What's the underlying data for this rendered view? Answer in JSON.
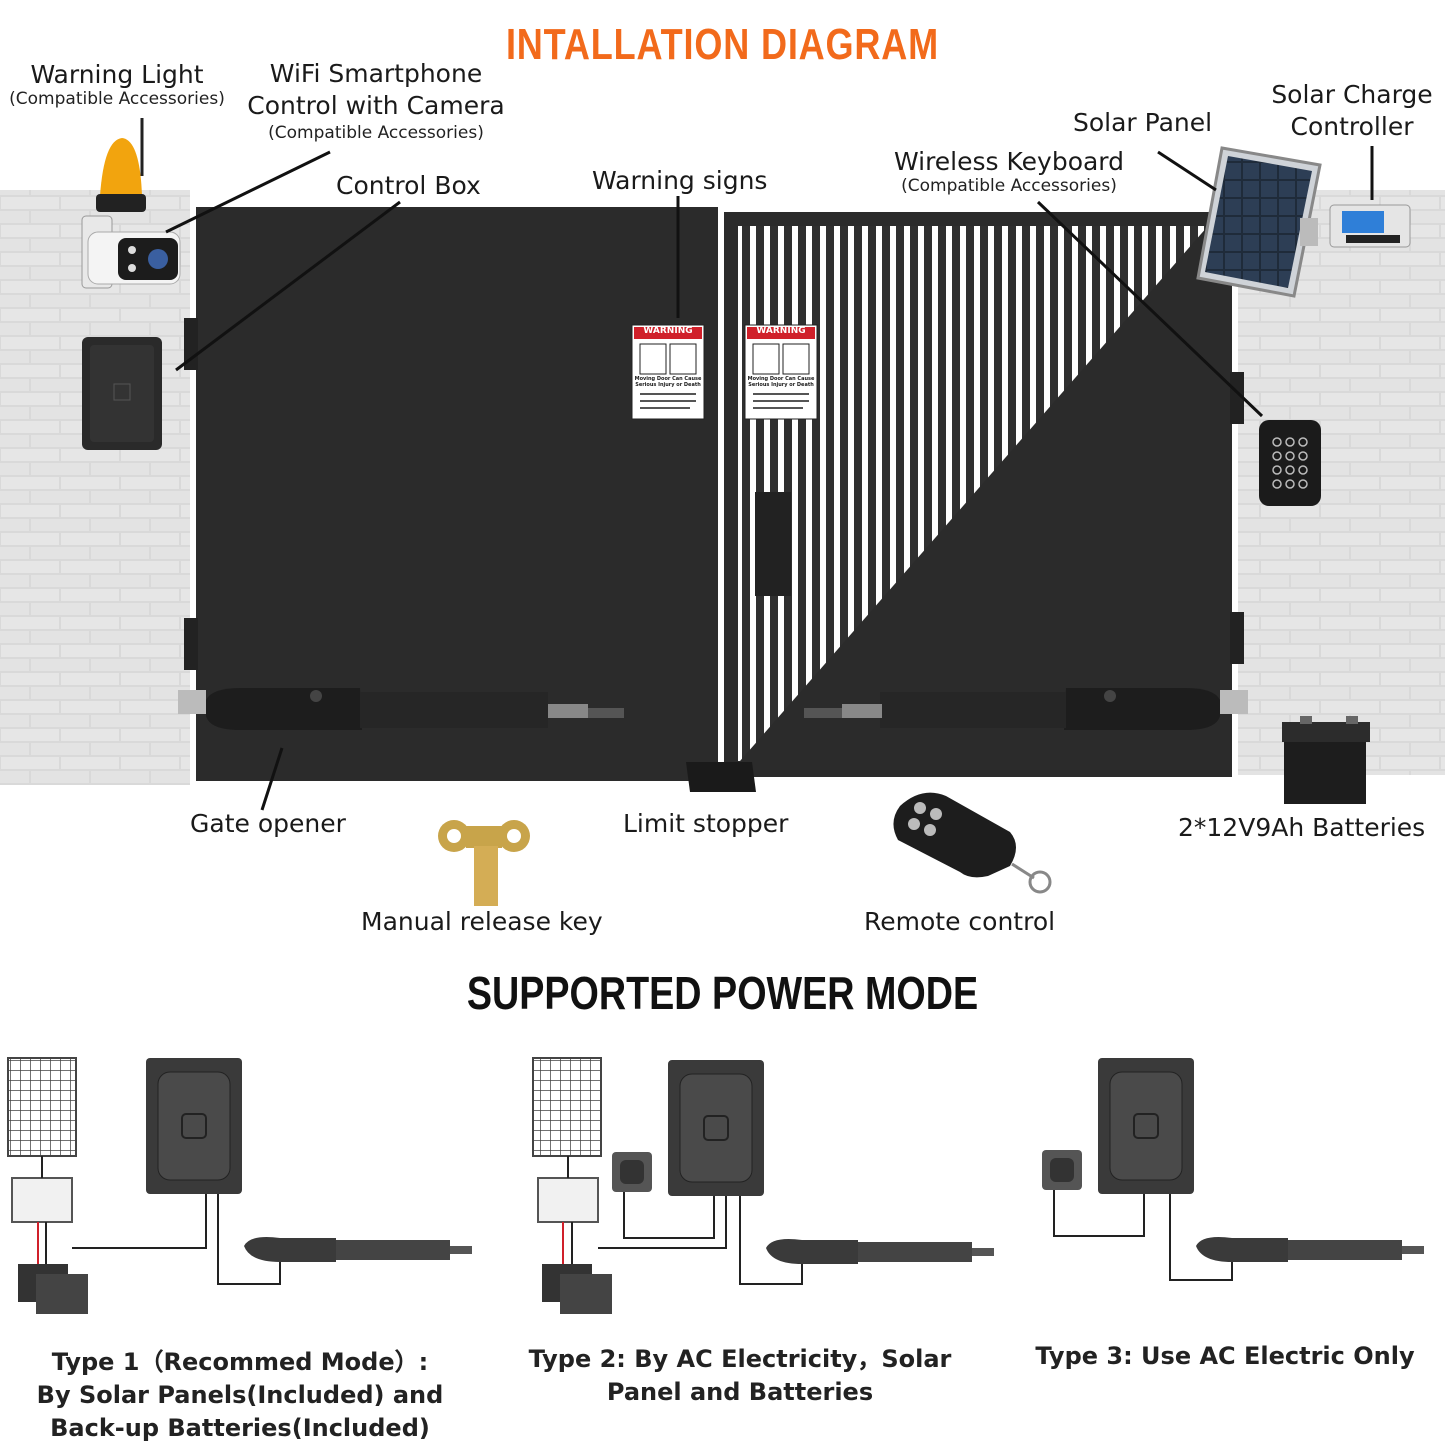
{
  "titles": {
    "installation": "INTALLATION DIAGRAM",
    "power": "SUPPORTED POWER MODE"
  },
  "labels": {
    "warning_light": "Warning Light",
    "warning_light_sub": "(Compatible Accessories)",
    "wifi_line1": "WiFi Smartphone",
    "wifi_line2": "Control with Camera",
    "wifi_sub": "(Compatible Accessories)",
    "control_box": "Control Box",
    "warning_signs": "Warning signs",
    "wireless_keyboard": "Wireless Keyboard",
    "wireless_keyboard_sub": "(Compatible Accessories)",
    "solar_panel": "Solar Panel",
    "solar_charge_line1": "Solar Charge",
    "solar_charge_line2": "Controller",
    "gate_opener": "Gate opener",
    "limit_stopper": "Limit stopper",
    "batteries": "2*12V9Ah Batteries",
    "manual_release_key": "Manual release key",
    "remote_control": "Remote control"
  },
  "warning_sign": {
    "header": "WARNING",
    "line1": "Moving Door Can Cause",
    "line2": "Serious Injury or Death"
  },
  "power_modes": [
    {
      "line1": "Type 1（Recommed Mode）:",
      "line2_a": "By Solar Panels",
      "line2_b": "(Included)",
      "line2_c": " and",
      "line3_a": "Back-up Batteries",
      "line3_b": "(Included)"
    },
    {
      "line1": "Type 2: By AC Electricity，Solar",
      "line2": "Panel and Batteries"
    },
    {
      "line1": "Type 3: Use AC Electric Only"
    }
  ],
  "colors": {
    "title_orange": "#f26a1b",
    "gate_dark": "#2b2b2b",
    "wall": "#d7d7d7",
    "warning_red": "#d0202a"
  }
}
